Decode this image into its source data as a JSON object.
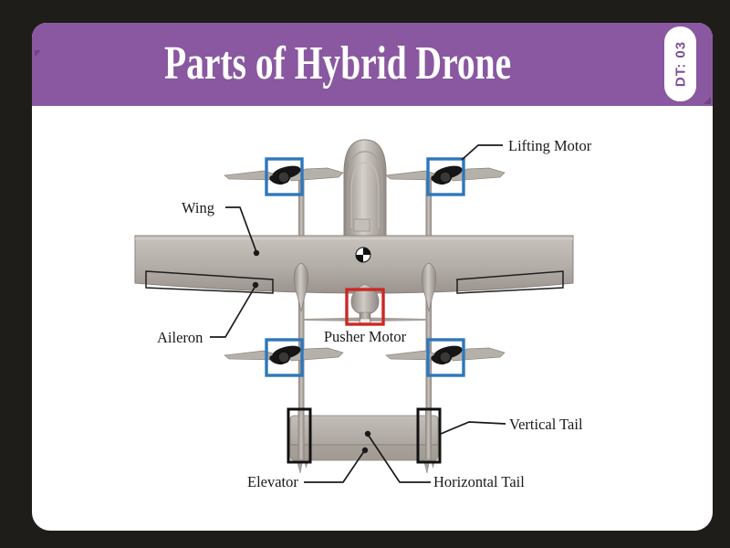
{
  "header": {
    "title": "Parts of Hybrid Drone",
    "badge": "DT: 03"
  },
  "colors": {
    "frame_background": "#1F1D19",
    "banner": "#8958A0",
    "banner_fold": "#6E4483",
    "card": "#FFFFFF",
    "badge_text": "#7B4F98",
    "label_text": "#1A1A1A",
    "lifting_motor_box": "#2E77BB",
    "pusher_motor_box": "#CC2824",
    "vertical_tail_box": "#111111",
    "drone_body_gray": "#B6B0AB"
  },
  "diagram": {
    "labels": {
      "lifting_motor": "Lifting Motor",
      "wing": "Wing",
      "aileron": "Aileron",
      "pusher_motor": "Pusher Motor",
      "vertical_tail": "Vertical Tail",
      "elevator": "Elevator",
      "horizontal_tail": "Horizontal Tail"
    }
  }
}
